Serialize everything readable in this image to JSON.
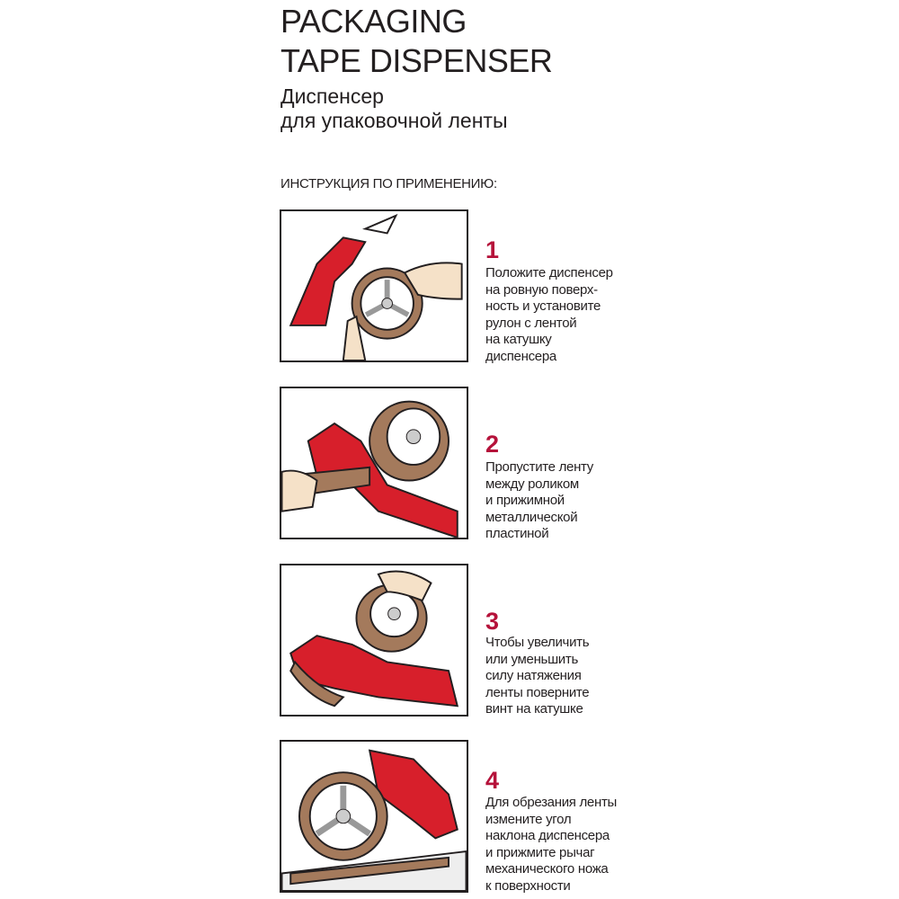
{
  "title_line1": "PACKAGING",
  "title_line2": "TAPE DISPENSER",
  "subtitle_line1": "Диспенсер",
  "subtitle_line2": "для упаковочной ленты",
  "instructions_heading": "ИНСТРУКЦИЯ ПО ПРИМЕНЕНИЮ:",
  "accent_color": "#b5123a",
  "steps": [
    {
      "number": "1",
      "text": "Положите диспенсер\nна ровную поверх-\nность и установите\nрулон с лентой\nна катушку\nдиспенсера"
    },
    {
      "number": "2",
      "text": "Пропустите ленту\nмежду роликом\nи прижимной\nметаллической\nпластиной"
    },
    {
      "number": "3",
      "text": "Чтобы увеличить\nили уменьшить\nсилу натяжения\nленты поверните\nвинт на катушке"
    },
    {
      "number": "4",
      "text": "Для обрезания ленты\nизмените угол\nнаклона диспенсера\nи прижмите рычаг\nмеханического ножа\nк поверхности"
    }
  ]
}
